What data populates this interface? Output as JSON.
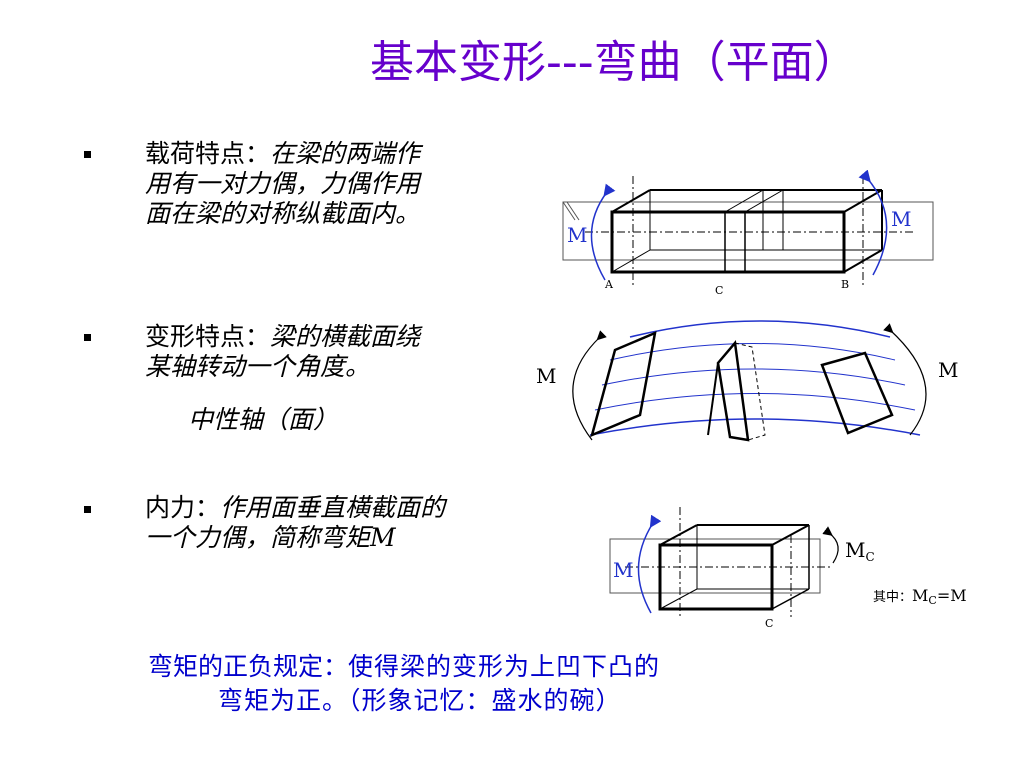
{
  "title": "基本变形---弯曲（平面）",
  "bullets": [
    {
      "label": "载荷特点：",
      "desc_lines": [
        "在梁的两端作",
        "用有一对力偶，力偶作用",
        "面在梁的对称纵截面内。"
      ]
    },
    {
      "label": "变形特点：",
      "desc_lines": [
        "梁的横截面绕",
        "某轴转动一个角度。"
      ]
    },
    {
      "label": "内力：",
      "desc_lines": [
        "作用面垂直横截面的",
        "一个力偶，简称弯矩M"
      ]
    }
  ],
  "axis_note": "中性轴（面）",
  "rule": {
    "label": "弯矩的正负规定：",
    "text_line1": "使得梁的变形为上凹下凸的",
    "text_line2": "弯矩为正。（形象记忆：盛水的碗）"
  },
  "fig1": {
    "m_left": "M",
    "m_right": "M",
    "a": "A",
    "c": "C",
    "b": "B"
  },
  "fig2": {
    "m_left": "M",
    "m_right": "M"
  },
  "fig3": {
    "m_left": "M",
    "mc": "M",
    "mc_sub": "C",
    "c": "C",
    "note_prefix": "其中：",
    "note_m": "M",
    "note_sub": "C",
    "note_eq": "=M"
  },
  "colors": {
    "title": "#6600cc",
    "rule": "#0000cc",
    "arrow": "#2233cc"
  }
}
